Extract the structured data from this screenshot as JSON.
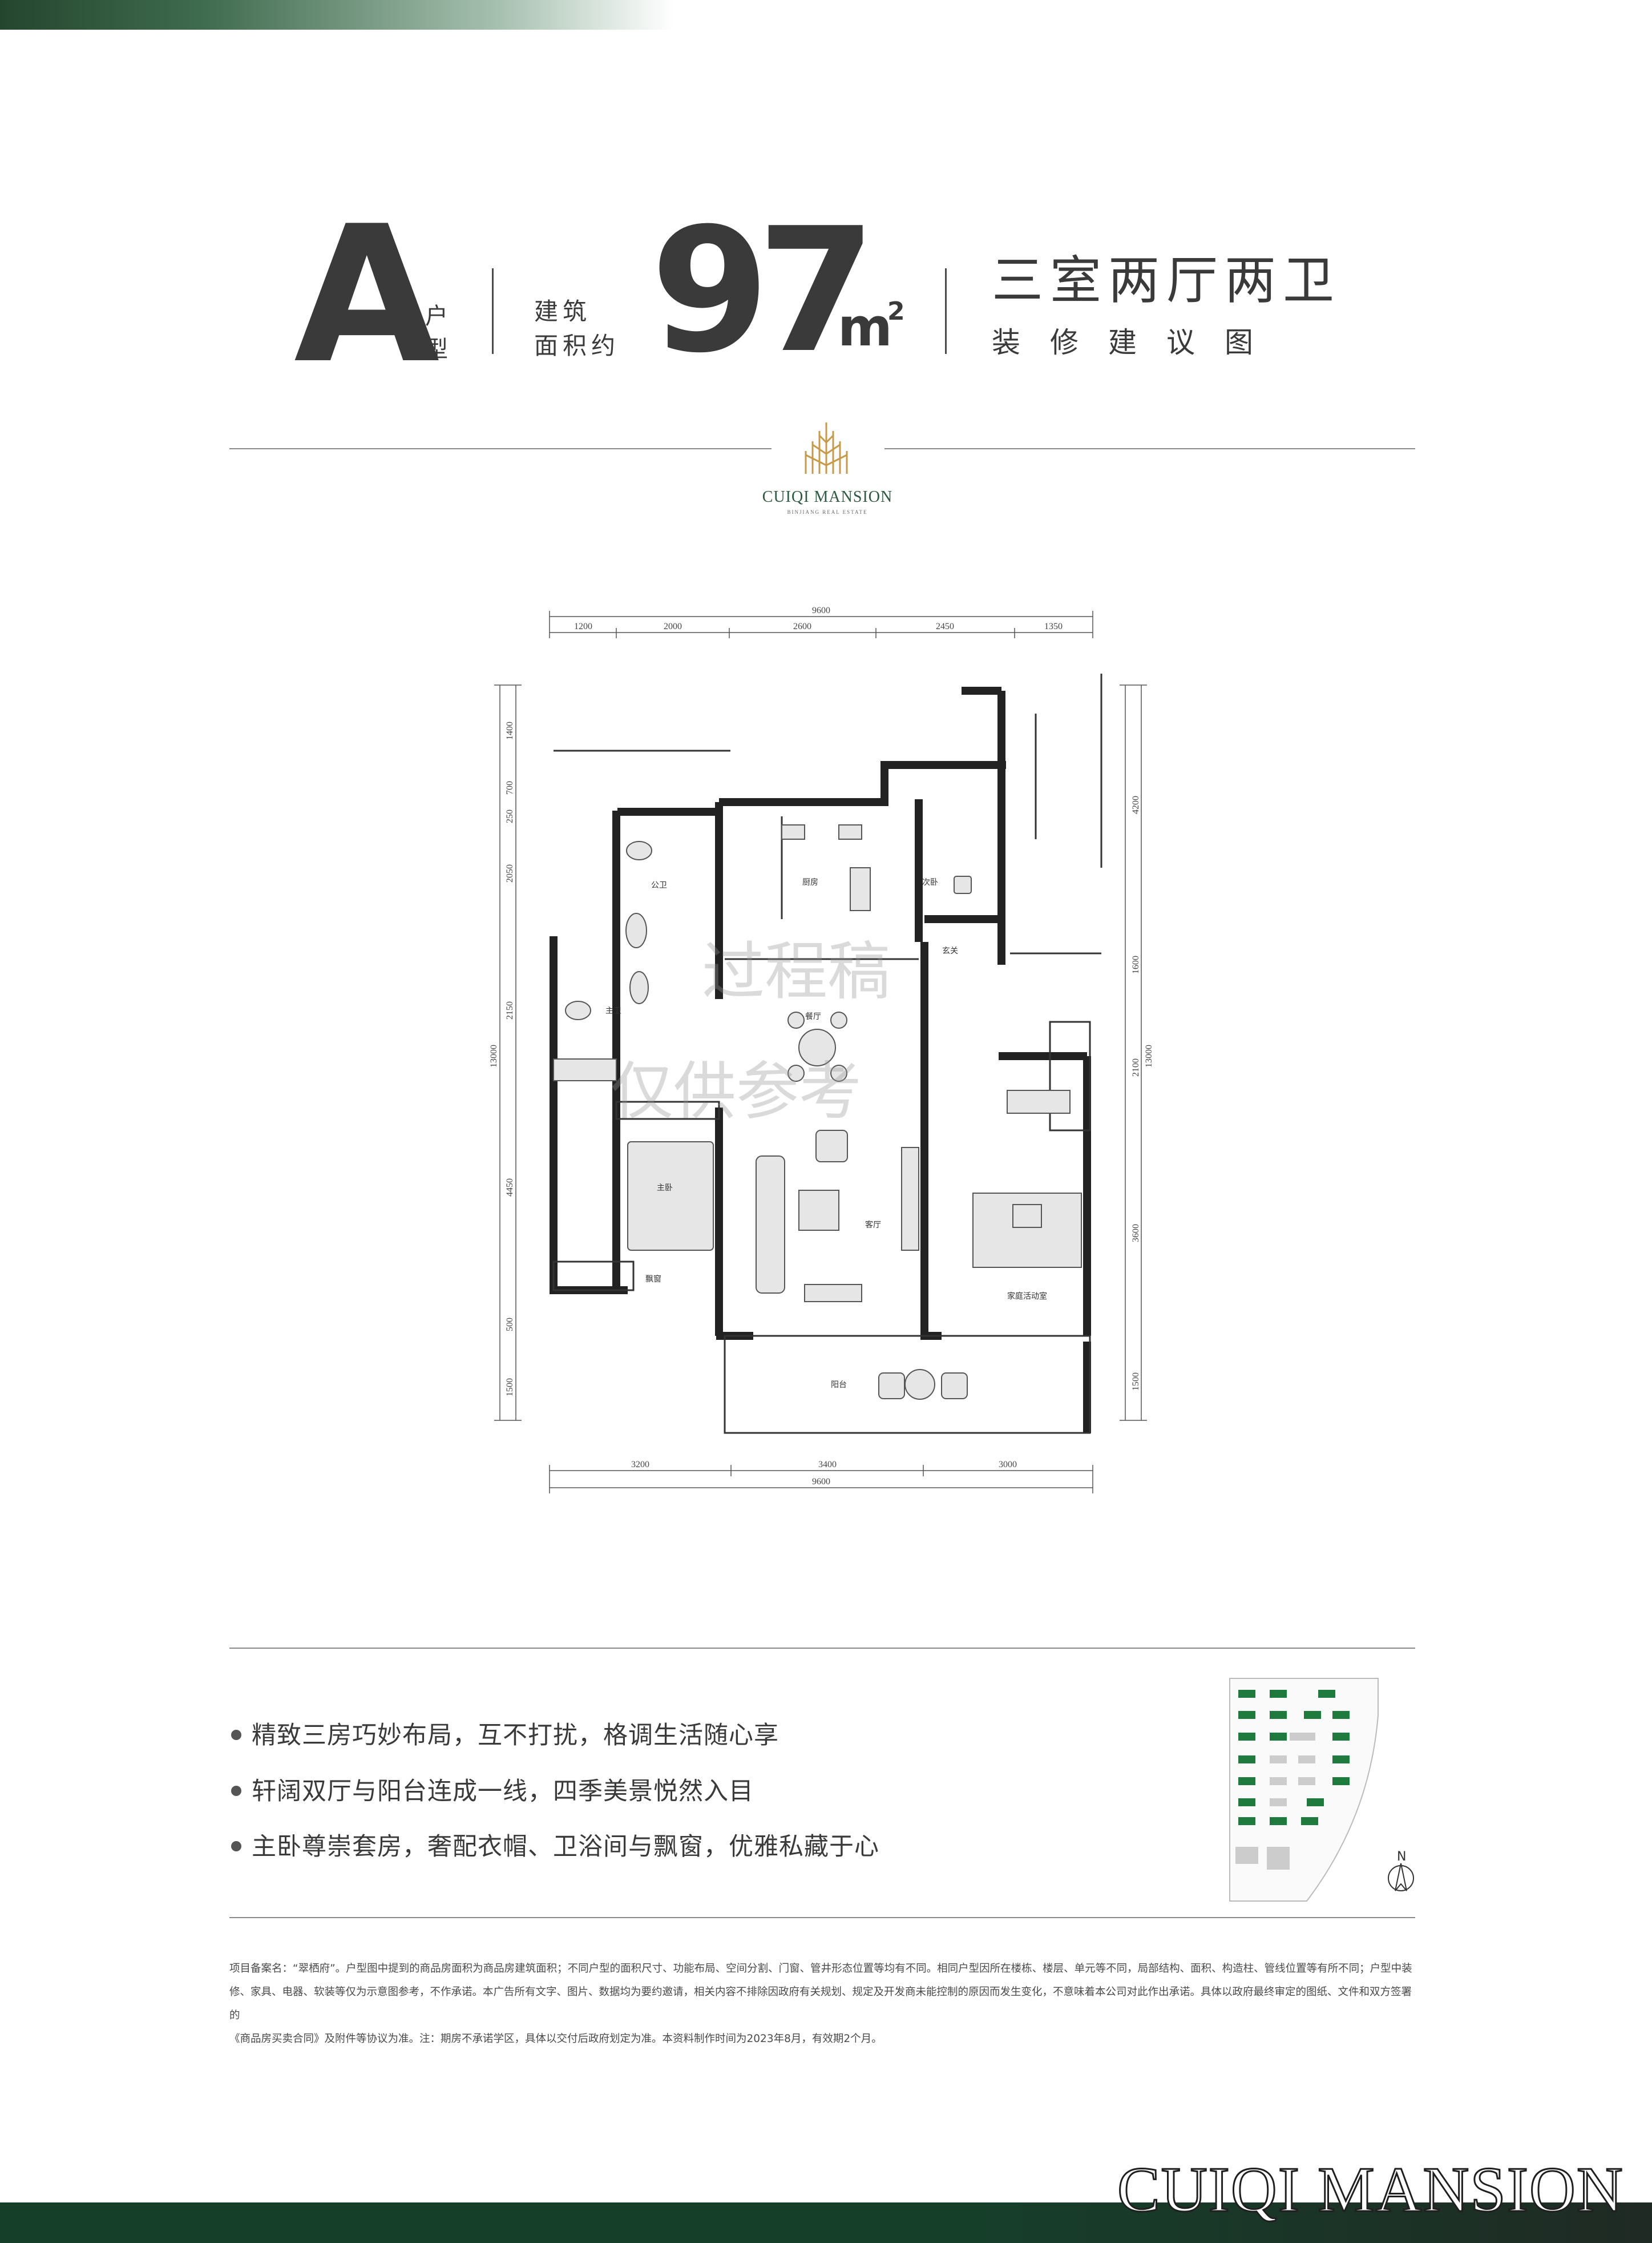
{
  "header": {
    "unit_letter": "A",
    "unit_label_1": "户",
    "unit_label_2": "型",
    "area_label_1": "建筑",
    "area_label_2": "面积约",
    "area_value": "97",
    "area_unit": "m",
    "area_sup": "2",
    "layout_title": "三室两厅两卫",
    "layout_subtitle": "装修建议图"
  },
  "logo": {
    "name": "CUIQI MANSION",
    "sub": "BINJIANG REAL ESTATE"
  },
  "plan": {
    "dim_top_total": "9600",
    "dim_top": [
      "1200",
      "2000",
      "2600",
      "2450",
      "1350"
    ],
    "dim_bottom": [
      "3200",
      "3400",
      "3000"
    ],
    "dim_bottom_total": "9600",
    "dim_left": [
      "1400",
      "700",
      "250",
      "2050",
      "2150",
      "4450",
      "500",
      "1500"
    ],
    "dim_left_total": "13000",
    "dim_right": [
      "4200",
      "1600",
      "2100",
      "3600",
      "1500"
    ],
    "dim_right_total": "13000",
    "rooms": {
      "bath_public": "公卫",
      "kitchen": "厨房",
      "bedroom_2": "次卧",
      "entrance": "玄关",
      "bath_master": "主卫",
      "dining": "餐厅",
      "master_bedroom": "主卧",
      "living": "客厅",
      "family_room": "家庭活动室",
      "bay_window": "飘窗",
      "balcony": "阳台"
    },
    "watermark_1": "过程稿",
    "watermark_2": "仅供参考"
  },
  "features": [
    "精致三房巧妙布局，互不打扰，格调生活随心享",
    "轩阔双厅与阳台连成一线，四季美景悦然入目",
    "主卧尊崇套房，奢配衣帽、卫浴间与飘窗，优雅私藏于心"
  ],
  "site_plan": {
    "north": "N"
  },
  "disclaimer": [
    "项目备案名：“翠栖府”。户型图中提到的商品房面积为商品房建筑面积；不同户型的面积尺寸、功能布局、空间分割、门窗、管井形态位置等均有不同。相同户型因所在楼栋、楼层、单元等不同，局部结构、面积、构造柱、管线位置等有所不同；户型中装",
    "修、家具、电器、软装等仅为示意图参考，不作承诺。本广告所有文字、图片、数据均为要约邀请，相关内容不排除因政府有关规划、规定及开发商未能控制的原因而发生变化，不意味着本公司对此作出承诺。具体以政府最终审定的图纸、文件和双方签署的",
    "《商品房买卖合同》及附件等协议为准。注：期房不承诺学区，具体以交付后政府划定为准。本资料制作时间为2023年8月，有效期2个月。"
  ],
  "footer": {
    "brand": "CUIQI MANSION"
  },
  "colors": {
    "brand_green": "#163f2a",
    "text": "#3a3a3a"
  }
}
